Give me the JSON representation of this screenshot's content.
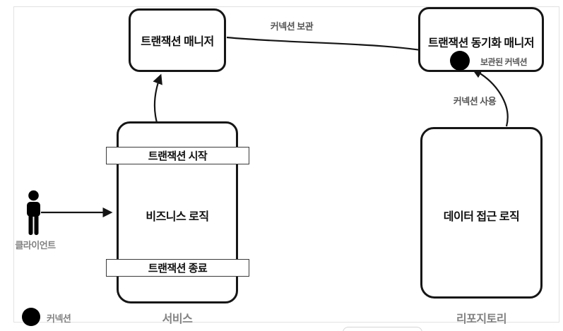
{
  "diagram": {
    "transaction_manager": {
      "title": "트랜잭션 매니저"
    },
    "sync_manager": {
      "title": "트랜잭션 동기화 매니저",
      "stored_connection_label": "보관된 커넥션"
    },
    "service": {
      "name": "서비스",
      "logic": "비즈니스 로직",
      "tx_start": "트랜잭션 시작",
      "tx_end": "트랜잭션 종료"
    },
    "repository": {
      "name": "리포지토리",
      "logic": "데이터 접근 로직"
    },
    "client": {
      "name": "클라이언트"
    },
    "edges": {
      "store_connection": "커넥션 보관",
      "use_connection": "커넥션 사용"
    },
    "legend": {
      "connection": "커넥션"
    },
    "colors": {
      "box_border": "#161616",
      "arrow": "#151515",
      "edge_label": "#555555",
      "name_label": "#828282",
      "connection_fill": "#000000",
      "frame_border": "#e2e2e2"
    }
  }
}
